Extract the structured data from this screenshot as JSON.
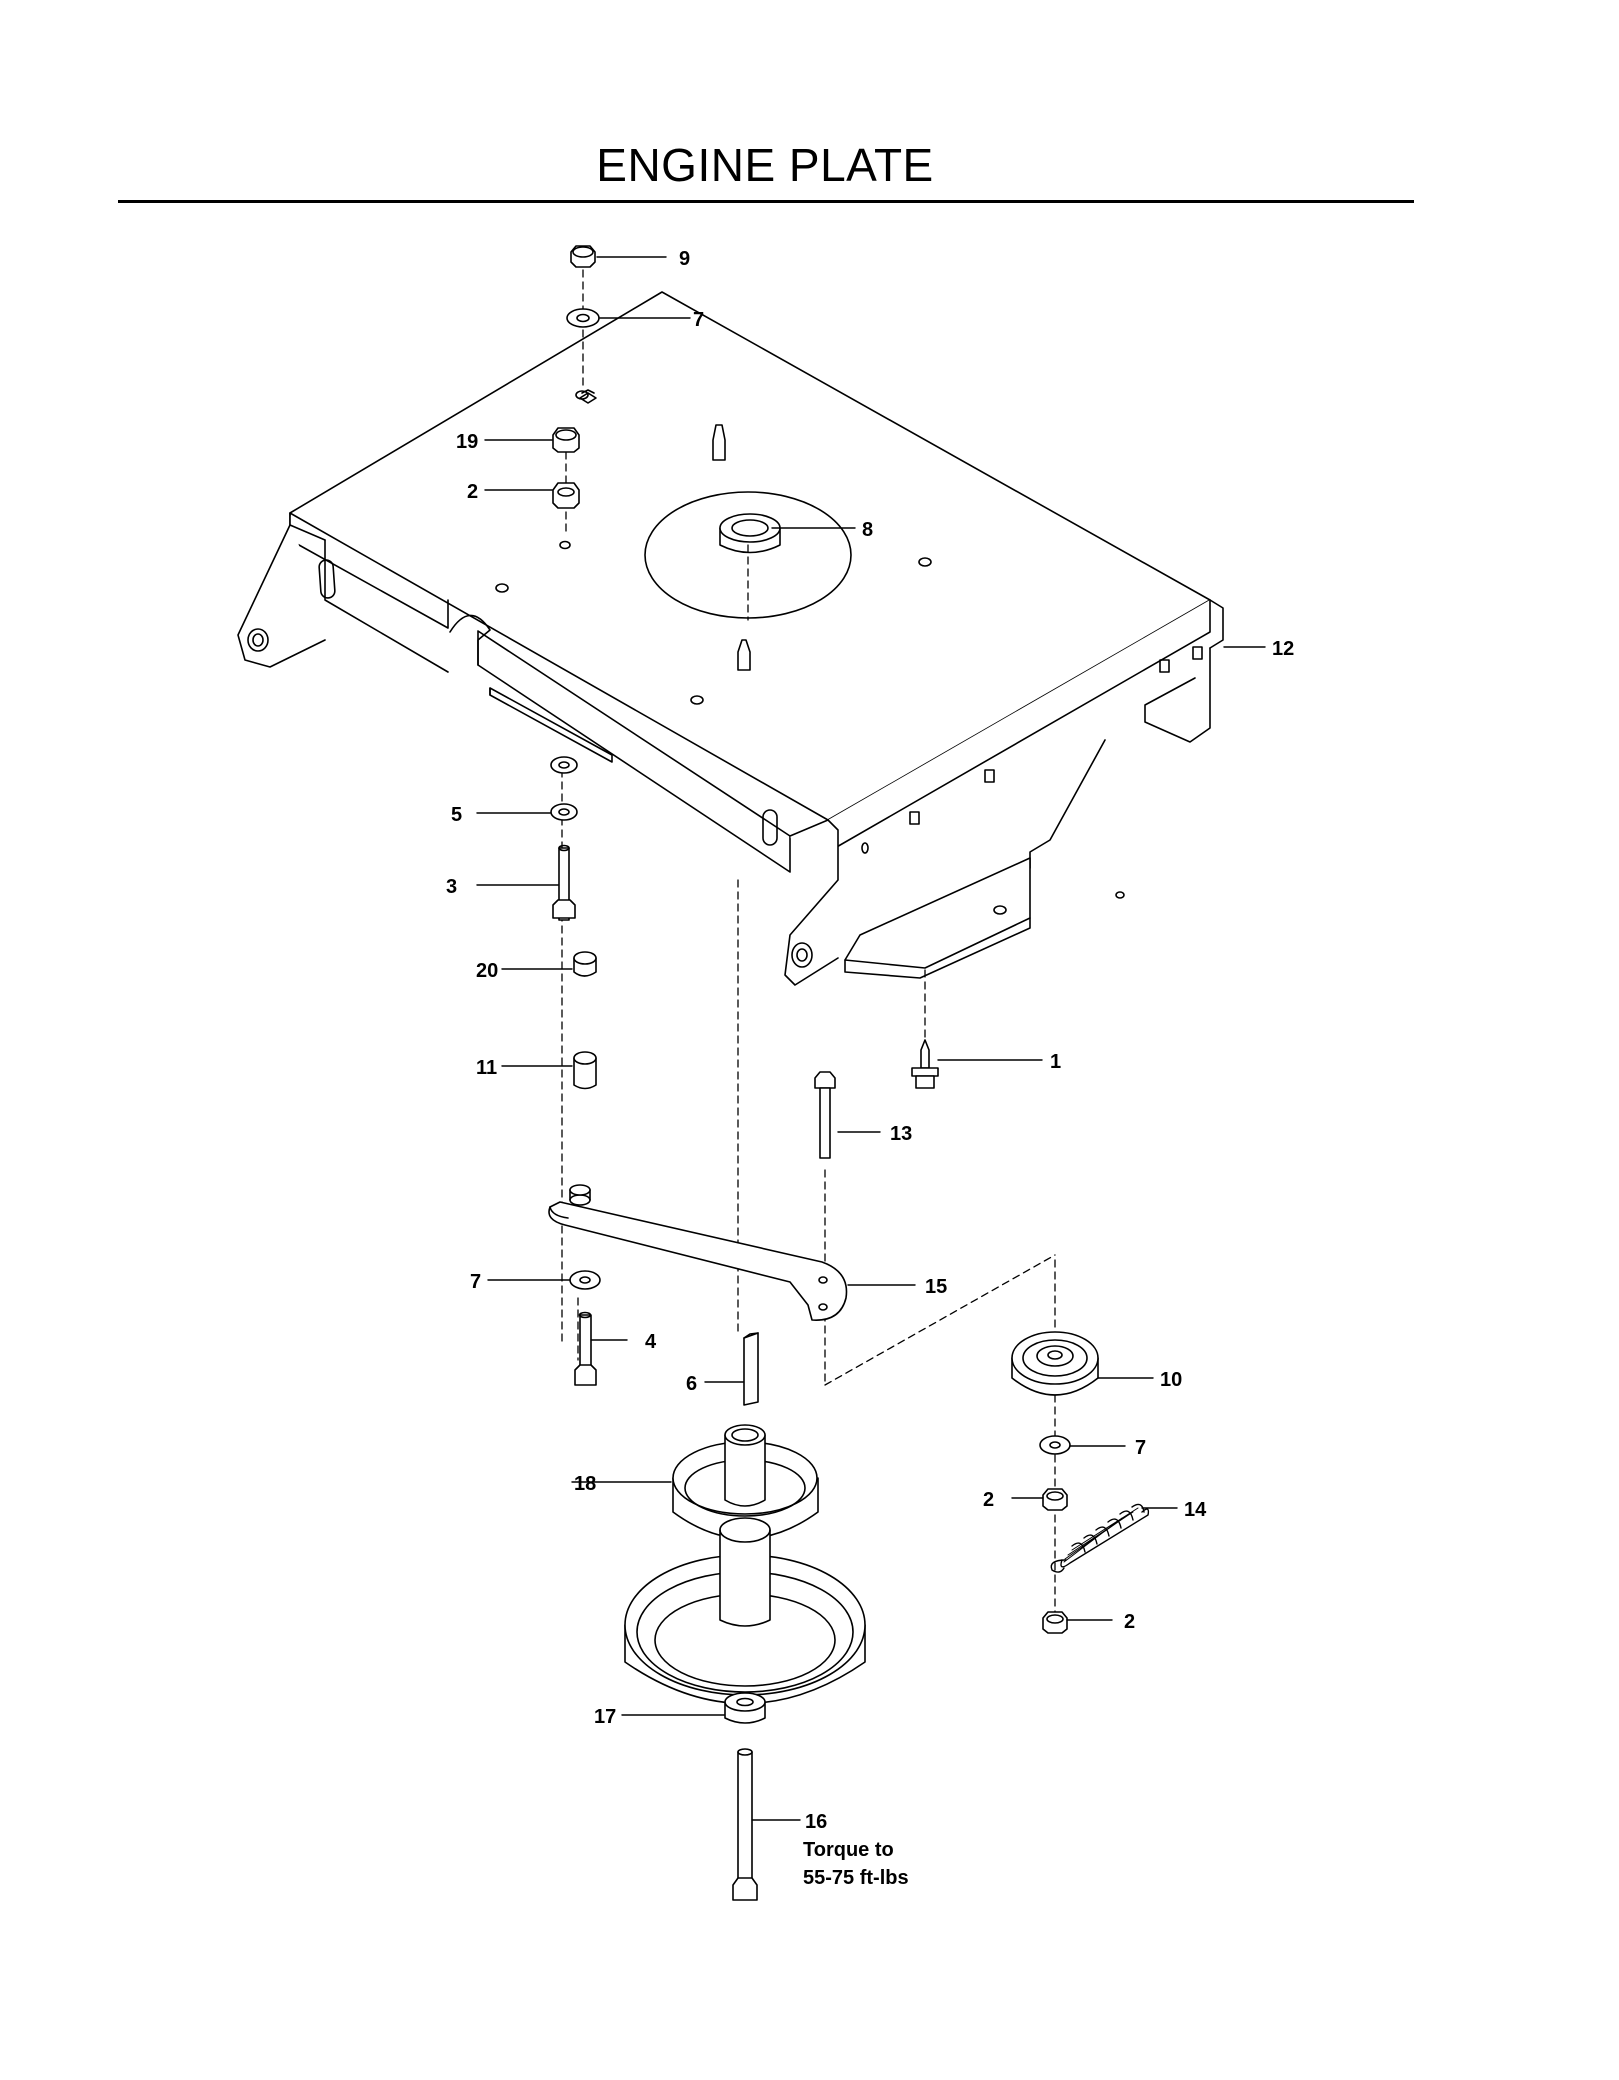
{
  "title": "ENGINE PLATE",
  "callouts": {
    "c9": "9",
    "c7_top": "7",
    "c19": "19",
    "c2_top": "2",
    "c8": "8",
    "c12": "12",
    "c5": "5",
    "c3": "3",
    "c20": "20",
    "c11": "11",
    "c1": "1",
    "c13": "13",
    "c15": "15",
    "c7_mid": "7",
    "c4": "4",
    "c6": "6",
    "c10": "10",
    "c7_right": "7",
    "c18": "18",
    "c2_right": "2",
    "c14": "14",
    "c2_bottom": "2",
    "c17": "17",
    "c16": "16"
  },
  "torque_note": {
    "line1": "Torque to",
    "line2": "55-75 ft-lbs"
  }
}
